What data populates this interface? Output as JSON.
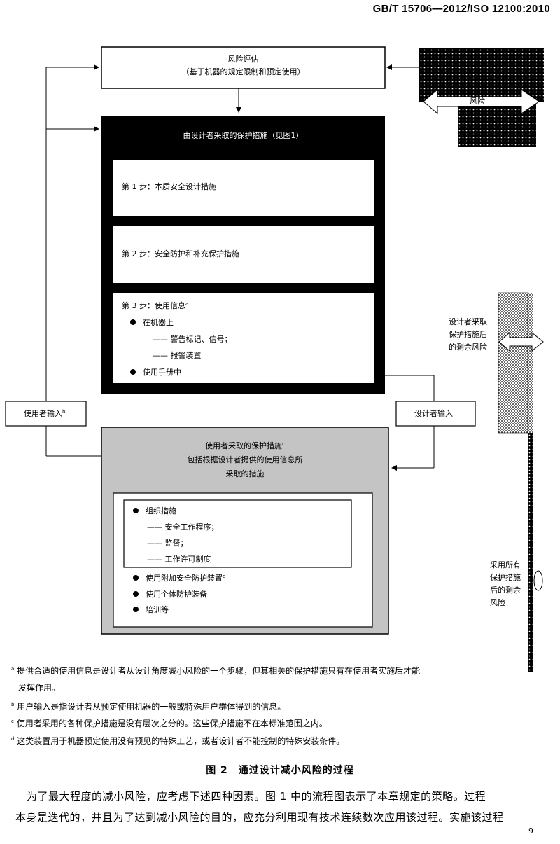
{
  "header": {
    "standard": "GB/T 15706—2012/ISO 12100:2010"
  },
  "risk_assessment": {
    "title": "风险评估",
    "subtitle": "（基于机器的规定限制和预定使用）"
  },
  "designer_measures": {
    "title": "由设计者采取的保护措施（见图1）",
    "step1": "第 1 步：本质安全设计措施",
    "step2": "第 2 步：安全防护和补充保护措施",
    "step3": {
      "title": "第 3 步：使用信息",
      "note": "a",
      "on_machine": "在机器上",
      "warning_signs": "—— 警告标记、信号；",
      "alarm": "—— 报警装置",
      "manual": "使用手册中"
    }
  },
  "user_input": {
    "label": "使用者输入",
    "note": "b"
  },
  "designer_input": {
    "label": "设计者输入"
  },
  "user_measures": {
    "title": "使用者采取的保护措施",
    "title_note": "c",
    "line2": "包括根据设计者提供的使用信息所",
    "line3": "采取的措施",
    "org": "组织措施",
    "org_items": [
      "—— 安全工作程序；",
      "—— 监督；",
      "—— 工作许可制度"
    ],
    "extra_guard": "使用附加安全防护装置",
    "extra_note": "d",
    "ppe": "使用个体防护装备",
    "training": "培训等"
  },
  "risk_column": {
    "risk_label": "风险",
    "residual_after_design": [
      "设计者采取",
      "保护措施后",
      "的剩余风险"
    ],
    "residual_after_all": [
      "采用所有",
      "保护措施",
      "后的剩余",
      "风险"
    ]
  },
  "footnotes": [
    {
      "mark": "a",
      "text": "提供合适的使用信息是设计者从设计角度减小风险的一个步骤，但其相关的保护措施只有在使用者实施后才能"
    },
    {
      "mark": "",
      "text": "发挥作用。"
    },
    {
      "mark": "b",
      "text": "用户输入是指设计者从预定使用机器的一般或特殊用户群体得到的信息。"
    },
    {
      "mark": "c",
      "text": "使用者采用的各种保护措施是没有层次之分的。这些保护措施不在本标准范围之内。"
    },
    {
      "mark": "d",
      "text": "这类装置用于机器预定使用没有预见的特殊工艺，或者设计者不能控制的特殊安装条件。"
    }
  ],
  "caption": "图 2　通过设计减小风险的过程",
  "body": [
    "为了最大程度的减小风险，应考虑下述四种因素。图 1 中的流程图表示了本章规定的策略。过程",
    "本身是迭代的，并且为了达到减小风险的目的，应充分利用现有技术连续数次应用该过程。实施该过程"
  ],
  "page_number": "9"
}
